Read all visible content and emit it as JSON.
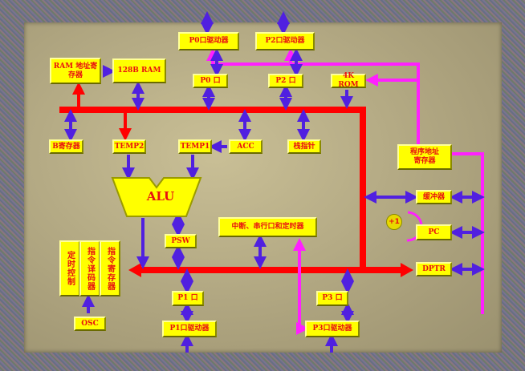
{
  "colors": {
    "data_bus": "#ff0000",
    "control": "#5020e0",
    "address": "#ff20ff",
    "box": "#ffff00",
    "text": "#e81010"
  },
  "blocks": {
    "p0_driver": "P0口驱动器",
    "p2_driver": "P2口驱动器",
    "ram_addr_reg": "RAM 地址寄存器",
    "ram": "128B RAM",
    "p0": "P0 口",
    "p2": "P2 口",
    "rom": "4K ROM",
    "b_reg": "B寄存器",
    "temp2": "TEMP2",
    "temp1": "TEMP1",
    "acc": "ACC",
    "sp": "栈指针",
    "prog_addr_reg": "程序地址寄存器",
    "alu": "ALU",
    "buffer": "缓冲器",
    "plus1": "+1",
    "pc": "PC",
    "dptr": "DPTR",
    "interrupt": "中断、串行口和定时器",
    "psw": "PSW",
    "timing": "定时控制",
    "decoder": "指令译码器",
    "ir": "指令寄存器",
    "osc": "OSC",
    "p1": "P1 口",
    "p1_driver": "P1口驱动器",
    "p3": "P3 口",
    "p3_driver": "P3口驱动器"
  }
}
